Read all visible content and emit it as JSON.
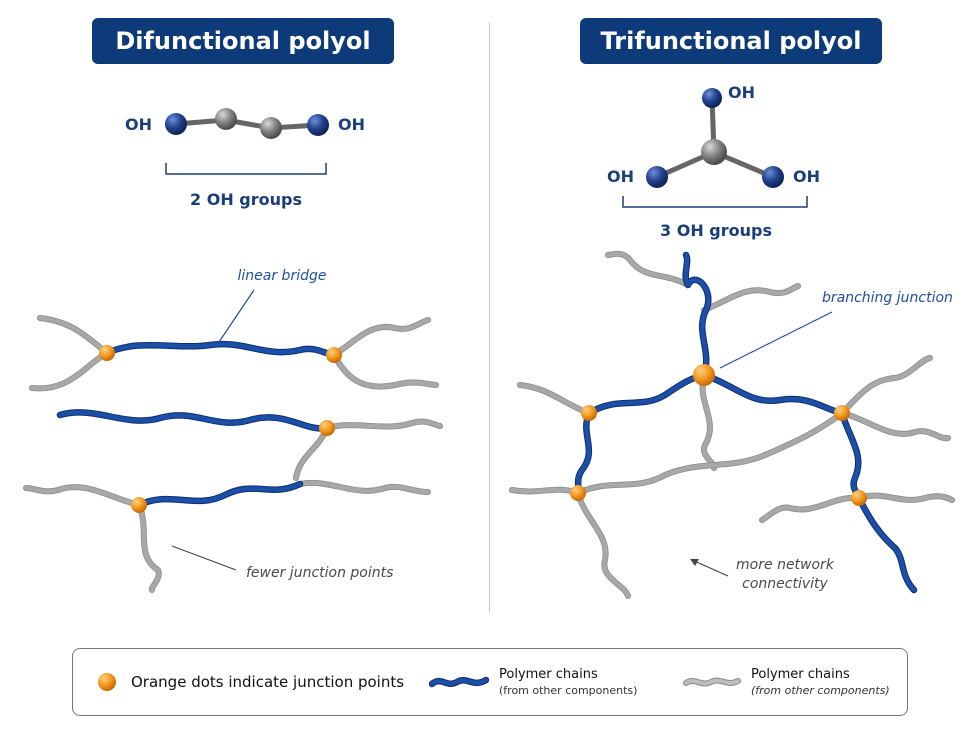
{
  "left": {
    "title": "Difunctional polyol",
    "oh_left": "OH",
    "oh_right": "OH",
    "count": "2 OH groups",
    "bridge_note": "linear bridge",
    "junction_note": "fewer junction points"
  },
  "right": {
    "title": "Trifunctional polyol",
    "oh_top": "OH",
    "oh_left": "OH",
    "oh_right": "OH",
    "count": "3 OH groups",
    "branch_note": "branching junction",
    "network_note_1": "more network",
    "network_note_2": "connectivity"
  },
  "legend": {
    "dot_text": "Orange dots indicate junction points",
    "blue_title": "Polymer chains",
    "blue_sub": "(from other components)",
    "gray_title": "Polymer chains",
    "gray_sub": "(from other components)"
  },
  "colors": {
    "title_bg": "#0d3b7a",
    "blue_chain": "#1c4fa8",
    "gray_chain": "#a8a8a8",
    "junction": "#f39a1e",
    "oh_atom": "#1f3f95",
    "carbon_atom": "#7a7a7a"
  }
}
